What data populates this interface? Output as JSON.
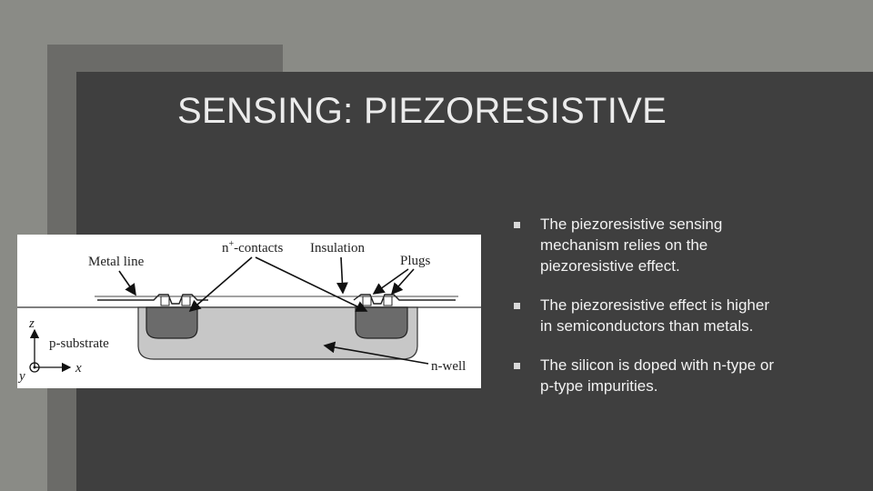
{
  "slide": {
    "title": "SENSING: PIEZORESISTIVE",
    "colors": {
      "background": "#8a8b86",
      "panel": "#3f3f3f",
      "accent_block": "#6b6b68",
      "text": "#f2f2f2"
    }
  },
  "figure": {
    "labels": {
      "metal_line": "Metal line",
      "n_contacts": "n",
      "n_contacts_sup": "+",
      "n_contacts_suffix": "-contacts",
      "insulation": "Insulation",
      "plugs": "Plugs",
      "p_substrate": "p-substrate",
      "n_well": "n-well",
      "axis_z": "z",
      "axis_x": "x",
      "axis_y": "y"
    }
  },
  "bullets": [
    {
      "text": "The piezoresistive sensing mechanism relies on the piezoresistive effect."
    },
    {
      "text": "The piezoresistive effect is higher in semiconductors than metals."
    },
    {
      "text": "The silicon is doped with n-type or p-type impurities."
    }
  ]
}
